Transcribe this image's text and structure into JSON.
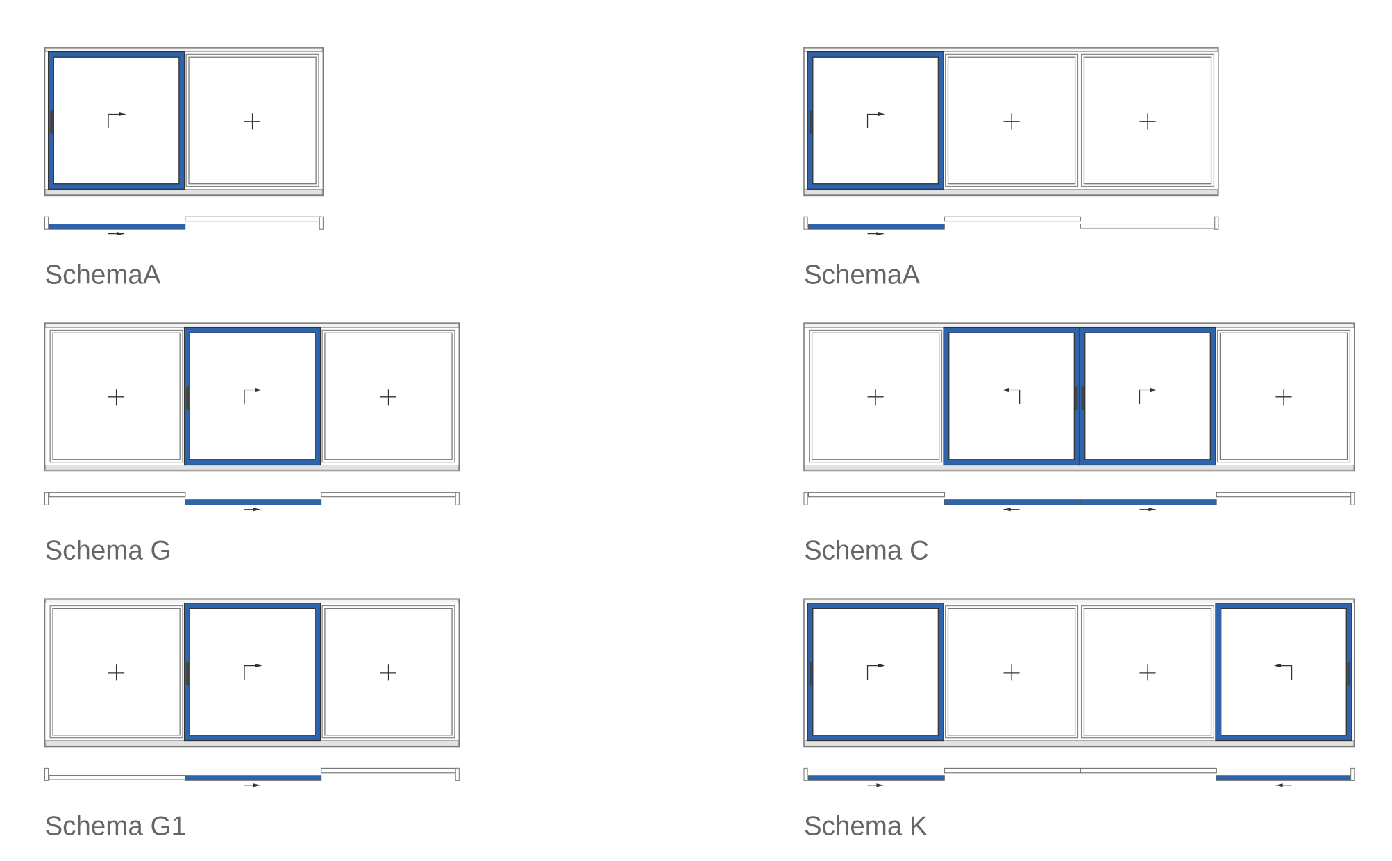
{
  "colors": {
    "sliding": "#2f64ad",
    "frame_stroke": "#7a7a7a",
    "label": "#666666"
  },
  "schemas": [
    {
      "label": "SchemaA",
      "panels": [
        {
          "type": "sliding",
          "direction": "right",
          "track": 1
        },
        {
          "type": "fixed",
          "track": 2
        }
      ]
    },
    {
      "label": "SchemaA",
      "panels": [
        {
          "type": "sliding",
          "direction": "right",
          "track": 1
        },
        {
          "type": "fixed",
          "track": 2
        },
        {
          "type": "fixed",
          "track": 3
        }
      ]
    },
    {
      "label": "Schema G",
      "panels": [
        {
          "type": "fixed",
          "track": 2
        },
        {
          "type": "sliding",
          "direction": "right",
          "track": 1
        },
        {
          "type": "fixed",
          "track": 2
        }
      ]
    },
    {
      "label": "Schema C",
      "panels": [
        {
          "type": "fixed",
          "track": 2
        },
        {
          "type": "sliding",
          "direction": "left",
          "track": 1
        },
        {
          "type": "sliding",
          "direction": "right",
          "track": 1
        },
        {
          "type": "fixed",
          "track": 2
        }
      ]
    },
    {
      "label": "Schema G1",
      "panels": [
        {
          "type": "fixed",
          "track": 3
        },
        {
          "type": "sliding",
          "direction": "right",
          "track": 1
        },
        {
          "type": "fixed",
          "track": 2
        }
      ]
    },
    {
      "label": "Schema K",
      "panels": [
        {
          "type": "sliding",
          "direction": "right",
          "track": 1
        },
        {
          "type": "fixed",
          "track": 2
        },
        {
          "type": "fixed",
          "track": 2
        },
        {
          "type": "sliding",
          "direction": "left",
          "track": 1
        }
      ]
    }
  ]
}
